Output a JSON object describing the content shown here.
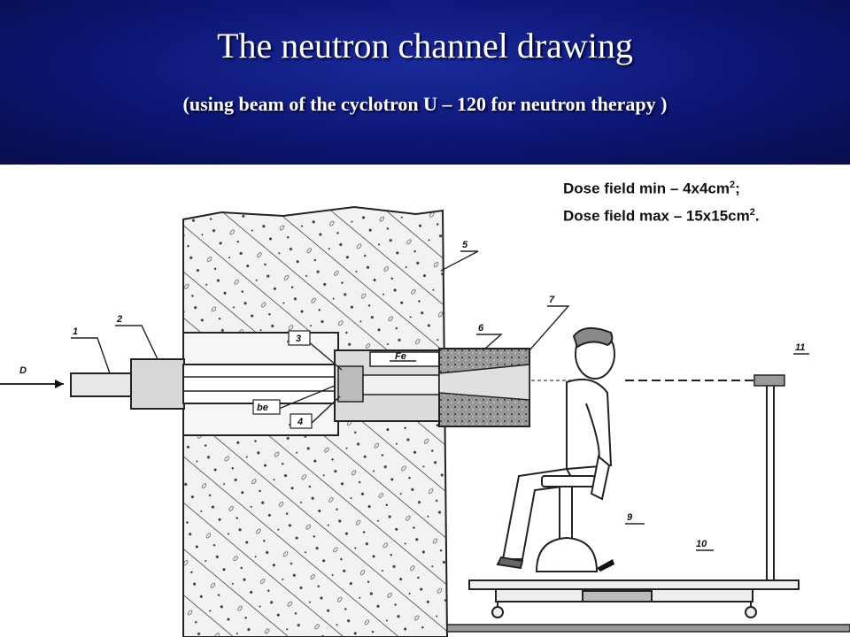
{
  "header": {
    "title": "The neutron channel drawing",
    "subtitle": "(using beam of the cyclotron U – 120 for neutron therapy )"
  },
  "dose": {
    "min_prefix": "Dose field min – 4x4cm",
    "min_sup": "2",
    "min_suffix": ";",
    "max_prefix": "Dose field max – 15x15cm",
    "max_sup": "2",
    "max_suffix": "."
  },
  "labels": {
    "beam": "D",
    "l1": "1",
    "l2": "2",
    "l3": "3",
    "l4": "4",
    "l5": "5",
    "l6": "6",
    "l7": "7",
    "l9": "9",
    "l10": "10",
    "l11": "11",
    "be": "be",
    "fe": "Fe"
  },
  "colors": {
    "header_bg": "#0c1673",
    "title": "#ffffff"
  }
}
